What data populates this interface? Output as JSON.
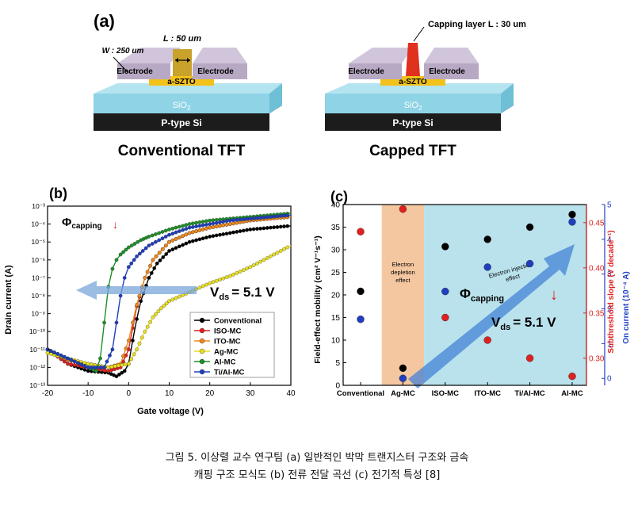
{
  "panel_a": {
    "label": "(a)",
    "left_device": {
      "w_label": "W : 250 um",
      "l_label": "L : 50 um",
      "electrode_left": "Electrode",
      "electrode_right": "Electrode",
      "channel": "a-SZTO",
      "oxide": "SiO",
      "oxide_sub": "2",
      "substrate": "P-type Si",
      "title": "Conventional TFT"
    },
    "right_device": {
      "capping_label": "Capping layer L : 30 um",
      "electrode_left": "Electrode",
      "electrode_right": "Electrode",
      "channel": "a-SZTO",
      "oxide": "SiO",
      "oxide_sub": "2",
      "substrate": "P-type Si",
      "title": "Capped TFT"
    },
    "colors": {
      "electrode": "#b7a9c4",
      "channel": "#f2c21b",
      "oxide": "#8fd3e6",
      "substrate": "#1c1c1c",
      "capping": "#e0301e"
    }
  },
  "chart_data": [
    {
      "type": "scatter",
      "panel_label": "(b)",
      "xlabel": "Gate voltage (V)",
      "ylabel": "Drain current (A)",
      "xlim": [
        -20,
        40
      ],
      "xticks": [
        "-20",
        "-10",
        "0",
        "10",
        "20",
        "30",
        "40"
      ],
      "ylim_log": [
        -13,
        -3
      ],
      "yticks": [
        "10⁻¹³",
        "10⁻¹²",
        "10⁻¹¹",
        "10⁻¹⁰",
        "10⁻⁹",
        "10⁻⁸",
        "10⁻⁷",
        "10⁻⁶",
        "10⁻⁵",
        "10⁻⁴",
        "10⁻³"
      ],
      "y_scale": "log",
      "annotation_phi": "Φ",
      "annotation_phi_sub": "capping",
      "annotation_vds": "V",
      "annotation_vds_sub": "ds",
      "annotation_vds_value": "= 5.1 V",
      "legend_position": "bottom-right",
      "series": [
        {
          "name": "Conventional",
          "color": "#000000",
          "x": [
            -20,
            -15,
            -10,
            -5,
            -3,
            -1,
            0,
            1,
            2,
            3,
            5,
            7,
            10,
            15,
            20,
            25,
            30,
            35,
            40
          ],
          "y": [
            -11.0,
            -11.8,
            -12.2,
            -12.3,
            -12.5,
            -12.2,
            -11.8,
            -10.5,
            -9.3,
            -8.3,
            -7.0,
            -6.2,
            -5.5,
            -5.0,
            -4.7,
            -4.5,
            -4.3,
            -4.2,
            -4.1
          ]
        },
        {
          "name": "ISO-MC",
          "color": "#e02020",
          "x": [
            -20,
            -15,
            -10,
            -5,
            -2,
            0,
            1,
            2,
            4,
            6,
            10,
            15,
            20,
            25,
            30,
            35,
            40
          ],
          "y": [
            -11.0,
            -11.8,
            -12.0,
            -12.2,
            -12.0,
            -11.0,
            -9.8,
            -8.6,
            -7.0,
            -6.0,
            -5.0,
            -4.5,
            -4.2,
            -4.0,
            -3.8,
            -3.7,
            -3.6
          ]
        },
        {
          "name": "ITO-MC",
          "color": "#f08a1a",
          "x": [
            -20,
            -15,
            -10,
            -5,
            -2,
            0,
            1,
            2,
            4,
            6,
            10,
            15,
            20,
            25,
            30,
            35,
            40
          ],
          "y": [
            -11.0,
            -11.6,
            -11.8,
            -12.0,
            -11.8,
            -10.5,
            -9.5,
            -8.5,
            -7.0,
            -6.0,
            -5.0,
            -4.5,
            -4.2,
            -4.0,
            -3.8,
            -3.7,
            -3.6
          ]
        },
        {
          "name": "Ag-MC",
          "color": "#e8e020",
          "x": [
            -20,
            -15,
            -10,
            -5,
            0,
            2,
            4,
            6,
            8,
            10,
            15,
            20,
            25,
            30,
            35,
            40
          ],
          "y": [
            -11.2,
            -11.5,
            -11.8,
            -12.0,
            -11.8,
            -11.0,
            -10.0,
            -9.2,
            -8.7,
            -8.3,
            -7.8,
            -7.3,
            -6.9,
            -6.4,
            -5.8,
            -5.2
          ]
        },
        {
          "name": "Al-MC",
          "color": "#1f8f2a",
          "x": [
            -20,
            -15,
            -10,
            -8,
            -7,
            -6,
            -5,
            -4,
            -3,
            -2,
            0,
            3,
            5,
            10,
            15,
            20,
            25,
            30,
            35,
            40
          ],
          "y": [
            -11.0,
            -11.5,
            -12.0,
            -12.2,
            -11.5,
            -9.5,
            -7.5,
            -6.5,
            -6.0,
            -5.7,
            -5.3,
            -4.9,
            -4.7,
            -4.3,
            -4.0,
            -3.8,
            -3.7,
            -3.6,
            -3.5,
            -3.4
          ]
        },
        {
          "name": "Ti/Al-MC",
          "color": "#1f3fbf",
          "x": [
            -20,
            -15,
            -10,
            -6,
            -4,
            -3,
            -2,
            -1,
            0,
            2,
            5,
            10,
            15,
            20,
            25,
            30,
            35,
            40
          ],
          "y": [
            -11.0,
            -11.5,
            -12.0,
            -12.0,
            -11.0,
            -9.5,
            -8.0,
            -7.0,
            -6.4,
            -5.8,
            -5.2,
            -4.6,
            -4.2,
            -4.0,
            -3.8,
            -3.7,
            -3.6,
            -3.5
          ]
        }
      ]
    },
    {
      "type": "scatter",
      "panel_label": "(c)",
      "categories": [
        "Conventional",
        "Ag-MC",
        "ISO-MC",
        "ITO-MC",
        "Ti/Al-MC",
        "Al-MC"
      ],
      "ylabel_left": "Field-effect mobility (cm² V⁻¹s⁻¹)",
      "ylabel_right1": "Subthreshold slope (V decade⁻¹)",
      "ylabel_right2": "On current (10⁻⁴ A)",
      "ylim_left": [
        0,
        40
      ],
      "yticks_left": [
        "0",
        "5",
        "10",
        "15",
        "20",
        "25",
        "30",
        "35",
        "40"
      ],
      "ylim_right1": [
        0.27,
        0.47
      ],
      "yticks_right1": [
        "0.30",
        "0.35",
        "0.40",
        "0.45"
      ],
      "ylim_right2": [
        -0.2,
        5
      ],
      "yticks_right2": [
        "0",
        "1",
        "2",
        "3",
        "4",
        "5"
      ],
      "region_ag_label": "Electron depletion effect",
      "region_inj_label": "Electron injection effect",
      "annotation_phi": "Φ",
      "annotation_phi_sub": "capping",
      "annotation_vds": "V",
      "annotation_vds_sub": "ds",
      "annotation_vds_value": "= 5.1 V",
      "series": [
        {
          "name": "Field-effect mobility",
          "color": "#000000",
          "values": [
            20.8,
            3.8,
            30.7,
            32.3,
            35.0,
            37.8
          ]
        },
        {
          "name": "Subthreshold slope",
          "color": "#e02020",
          "values": [
            0.44,
            0.465,
            0.345,
            0.32,
            0.3,
            0.28
          ]
        },
        {
          "name": "On current",
          "color": "#1f3fbf",
          "values": [
            1.7,
            0.0,
            2.5,
            3.2,
            3.3,
            4.5
          ]
        }
      ],
      "colors": {
        "ag_region": "#f4c7a1",
        "inj_region": "#b9e2ec",
        "arrow": "#3f7fd6"
      }
    }
  ],
  "caption": {
    "line1": "그림 5. 이상렬 교수 연구팀 (a) 일반적인 박막 트랜지스터 구조와 금속",
    "line2": "캐핑 구조 모식도 (b) 전류 전달 곡선 (c) 전기적 특성 [8]"
  }
}
